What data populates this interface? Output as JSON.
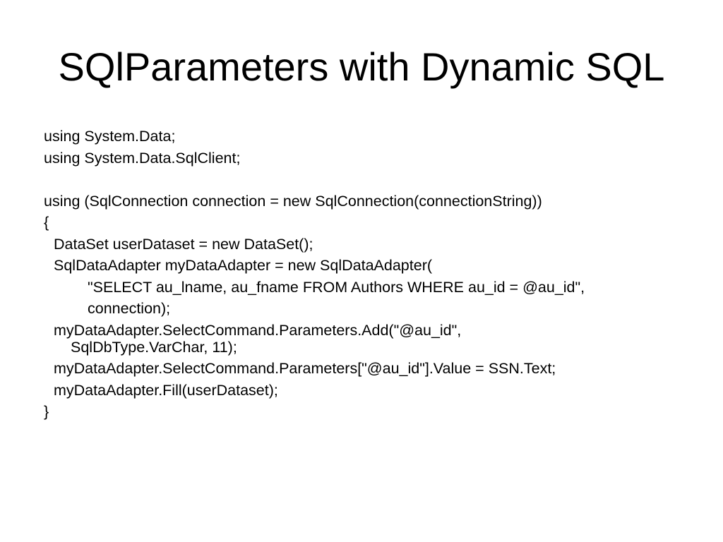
{
  "slide": {
    "title": "SQlParameters with Dynamic SQL",
    "code_lines": [
      "using System.Data;",
      "using System.Data.SqlClient;",
      "",
      "using (SqlConnection connection = new SqlConnection(connectionString))",
      "{",
      "DataSet userDataset = new DataSet();",
      "SqlDataAdapter myDataAdapter = new SqlDataAdapter(",
      "\"SELECT au_lname, au_fname FROM Authors WHERE au_id = @au_id\",",
      "connection);",
      "myDataAdapter.SelectCommand.Parameters.Add(\"@au_id\", SqlDbType.VarChar, 11);",
      "myDataAdapter.SelectCommand.Parameters[\"@au_id\"].Value = SSN.Text;",
      "myDataAdapter.Fill(userDataset);",
      "}"
    ]
  }
}
